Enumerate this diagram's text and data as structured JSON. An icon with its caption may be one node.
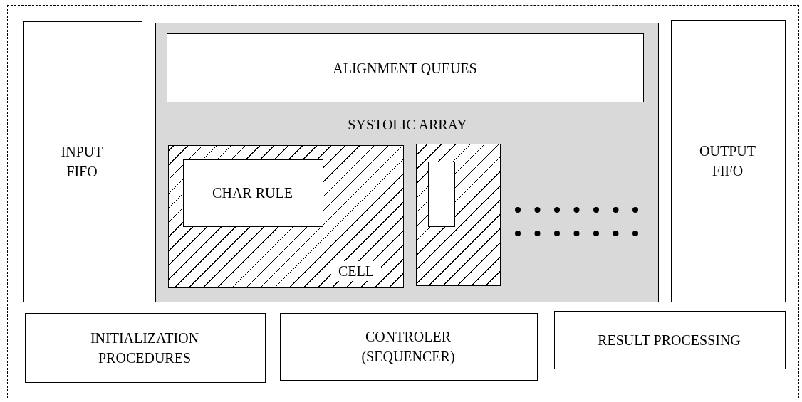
{
  "diagram": {
    "nodes": [
      {
        "text": [],
        "shape": "box"
      },
      {
        "text": [
          "INPUT FIFO"
        ],
        "in": 0
      },
      {
        "text": [
          "SYSTOLIC ARRAY"
        ],
        "in": 0
      },
      {
        "text": [
          "ALIGNMENT QUEUES"
        ],
        "in": 2
      },
      {
        "text": [
          "CELL"
        ],
        "in": 2
      },
      {
        "text": [
          "CHAR RULE"
        ],
        "in": 4
      },
      {
        "text": [],
        "shape": "box",
        "in": 2
      },
      {
        "text": [],
        "shape": "box",
        "in": 6
      },
      {
        "text": [
          "OUTPUT FIFO"
        ],
        "in": 0
      },
      {
        "text": [
          "INITIALIZATION PROCEDURES"
        ],
        "in": 0
      },
      {
        "text": [
          "CONTROLER (SEQUENCER)"
        ],
        "in": 0
      },
      {
        "text": [
          "RESULT PROCESSING"
        ],
        "in": 0
      }
    ]
  }
}
